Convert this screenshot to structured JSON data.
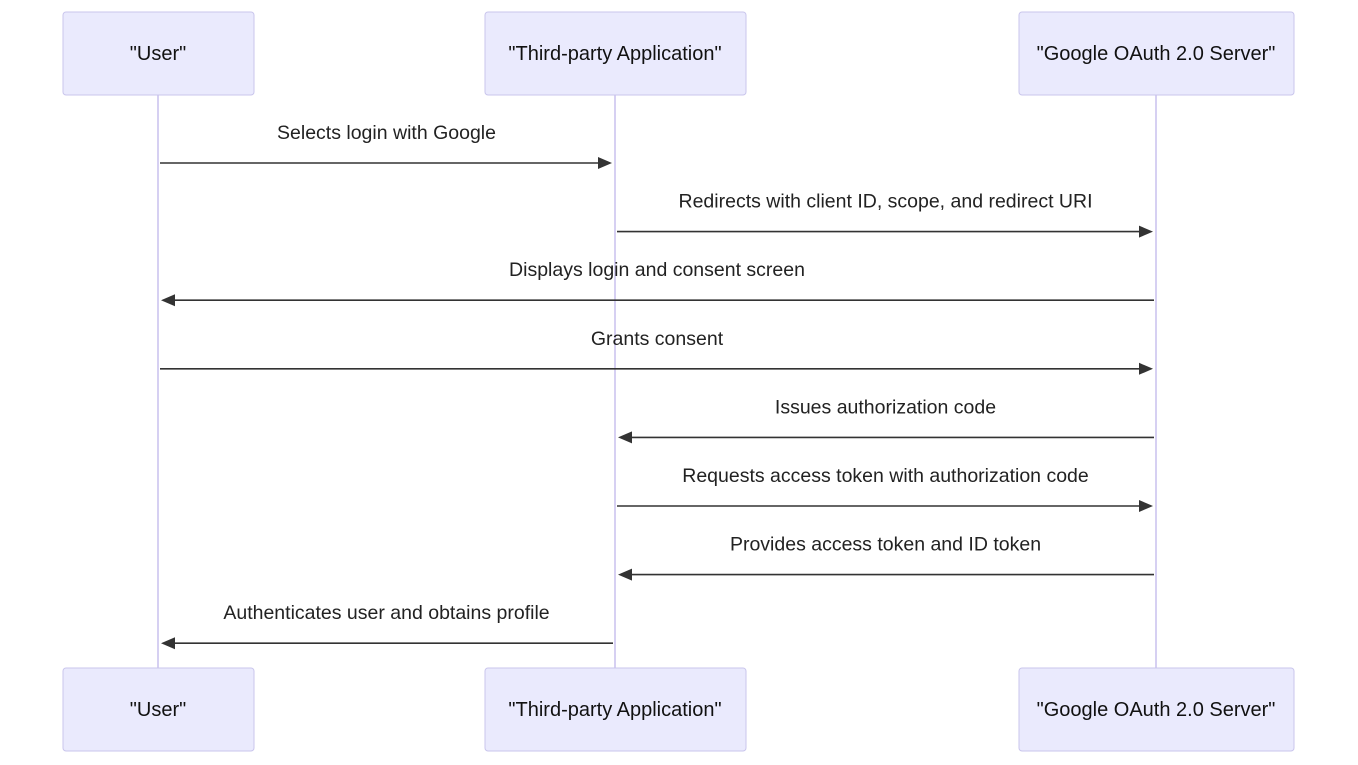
{
  "participants": [
    {
      "id": "user",
      "label": "\"User\""
    },
    {
      "id": "app",
      "label": "\"Third-party Application\""
    },
    {
      "id": "google",
      "label": "\"Google OAuth 2.0 Server\""
    }
  ],
  "messages": [
    {
      "from": "user",
      "to": "app",
      "text": "Selects login with Google"
    },
    {
      "from": "app",
      "to": "google",
      "text": "Redirects with client ID, scope, and redirect URI"
    },
    {
      "from": "google",
      "to": "user",
      "text": "Displays login and consent screen"
    },
    {
      "from": "user",
      "to": "google",
      "text": "Grants consent"
    },
    {
      "from": "google",
      "to": "app",
      "text": "Issues authorization code"
    },
    {
      "from": "app",
      "to": "google",
      "text": "Requests access token with authorization code"
    },
    {
      "from": "google",
      "to": "app",
      "text": "Provides access token and ID token"
    },
    {
      "from": "app",
      "to": "user",
      "text": "Authenticates user and obtains profile"
    }
  ],
  "colors": {
    "actor_fill": "#eaeafd",
    "actor_stroke": "#c9c5ec",
    "lifeline": "#d6d0f2",
    "arrow": "#333333"
  }
}
